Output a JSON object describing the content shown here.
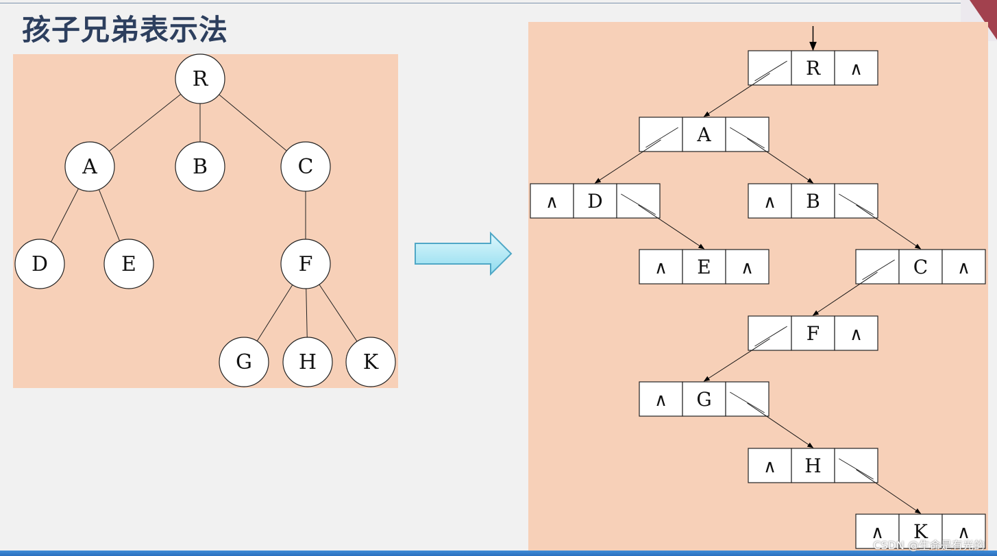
{
  "page": {
    "title": "孩子兄弟表示法",
    "watermark": "CSDN @生命是有光的"
  },
  "colors": {
    "panel": "#f7d0b8",
    "background": "#f1f1f1",
    "arrow_fill": "#aee7f3",
    "arrow_stroke": "#4fa7c6",
    "title": "#2d3f5e"
  },
  "tree": {
    "nodes": [
      {
        "id": "R",
        "label": "R"
      },
      {
        "id": "A",
        "label": "A"
      },
      {
        "id": "B",
        "label": "B"
      },
      {
        "id": "C",
        "label": "C"
      },
      {
        "id": "D",
        "label": "D"
      },
      {
        "id": "E",
        "label": "E"
      },
      {
        "id": "F",
        "label": "F"
      },
      {
        "id": "G",
        "label": "G"
      },
      {
        "id": "H",
        "label": "H"
      },
      {
        "id": "K",
        "label": "K"
      }
    ],
    "edges": [
      [
        "R",
        "A"
      ],
      [
        "R",
        "B"
      ],
      [
        "R",
        "C"
      ],
      [
        "A",
        "D"
      ],
      [
        "A",
        "E"
      ],
      [
        "C",
        "F"
      ],
      [
        "F",
        "G"
      ],
      [
        "F",
        "H"
      ],
      [
        "F",
        "K"
      ]
    ]
  },
  "binary": {
    "null_symbol": "∧",
    "nodes": [
      {
        "id": "R",
        "label": "R",
        "first_child": "A",
        "next_sibling": null
      },
      {
        "id": "A",
        "label": "A",
        "first_child": "D",
        "next_sibling": "B"
      },
      {
        "id": "D",
        "label": "D",
        "first_child": null,
        "next_sibling": "E"
      },
      {
        "id": "B",
        "label": "B",
        "first_child": null,
        "next_sibling": "C"
      },
      {
        "id": "E",
        "label": "E",
        "first_child": null,
        "next_sibling": null
      },
      {
        "id": "C",
        "label": "C",
        "first_child": "F",
        "next_sibling": null
      },
      {
        "id": "F",
        "label": "F",
        "first_child": "G",
        "next_sibling": null
      },
      {
        "id": "G",
        "label": "G",
        "first_child": null,
        "next_sibling": "H"
      },
      {
        "id": "H",
        "label": "H",
        "first_child": null,
        "next_sibling": "K"
      },
      {
        "id": "K",
        "label": "K",
        "first_child": null,
        "next_sibling": null
      }
    ],
    "root_pointer": "R"
  }
}
